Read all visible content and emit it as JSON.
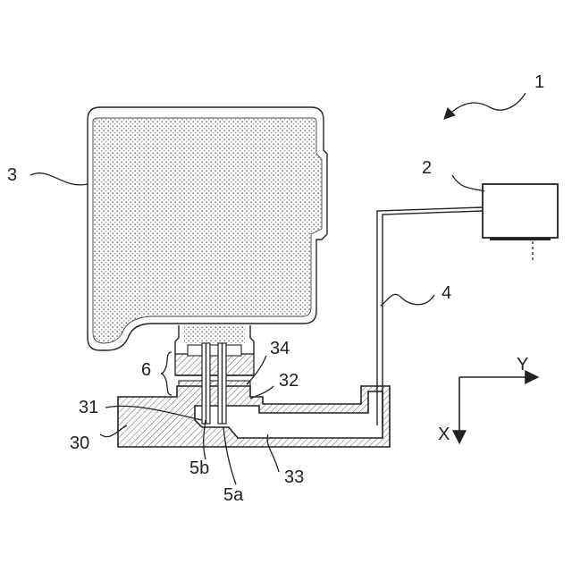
{
  "labels": {
    "system": "1",
    "pump": "2",
    "tank": "3",
    "tube": "4",
    "pin_a": "5a",
    "pin_b": "5b",
    "coupling": "6",
    "block": "30",
    "port": "31",
    "step": "32",
    "channel": "33",
    "seal": "34"
  },
  "axes": {
    "x": "X",
    "y": "Y"
  },
  "colors": {
    "line": "#222222",
    "hatch": "#6a6a6a",
    "fill_dots": "#8a8a8a",
    "background": "#ffffff"
  }
}
